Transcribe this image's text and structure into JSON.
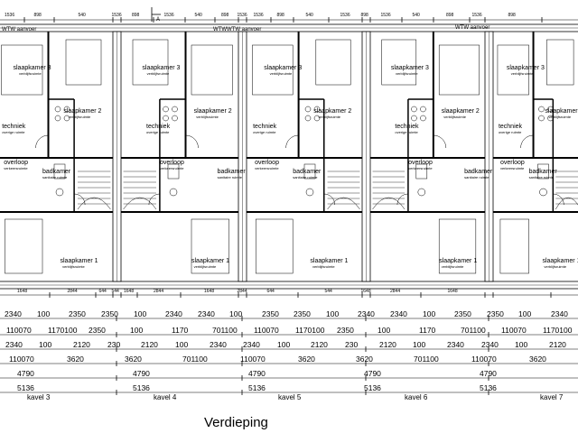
{
  "title": "Verdieping",
  "top_labels": [
    "WTW aanvoer",
    "WTWWTW aanvoer",
    "WTW aanvoer"
  ],
  "room_labels": {
    "slaapkamer_3": "slaapkamer 3",
    "slaapkamer_2": "slaapkamer 2",
    "slaapkamer_1": "slaapkamer 1",
    "techniek": "techniek",
    "badkamer": "badkamer",
    "overloop": "overloop",
    "sub_verblijf": "verblijfsruimte",
    "sub_techniek": "overige ruimte",
    "sub_bad": "sanitaire ruimte",
    "sub_overloop": "verkeersruimte"
  },
  "top_dims": [
    "1536",
    "898",
    "540",
    "1536",
    "898",
    "1536",
    "540",
    "898",
    "1536",
    "1536",
    "898",
    "540",
    "1536",
    "898",
    "1536",
    "540",
    "898",
    "1536",
    "898"
  ],
  "bottom_dims": [
    "1648",
    "2844",
    "644",
    "544",
    "1648",
    "2844",
    "1648",
    "2844",
    "644",
    "544",
    "1648",
    "2844",
    "1648"
  ],
  "dim_rows": [
    [
      "2340",
      "100",
      "2350",
      "2350",
      "100",
      "2340",
      "2340",
      "100",
      "2350",
      "2350",
      "100",
      "2340",
      "2340",
      "100",
      "2350",
      "2350",
      "100",
      "2340"
    ],
    [
      "110070",
      "1170100",
      "2350",
      "100",
      "1170",
      "701100",
      "110070",
      "1170100",
      "2350",
      "100",
      "1170",
      "701100",
      "110070",
      "1170100"
    ],
    [
      "2340",
      "100",
      "2120",
      "230",
      "2120",
      "100",
      "2340",
      "2340",
      "100",
      "2120",
      "230",
      "2120",
      "100",
      "2340",
      "2340",
      "100",
      "2120"
    ],
    [
      "110070",
      "3620",
      "3620",
      "701100",
      "110070",
      "3620",
      "3620",
      "701100",
      "110070",
      "3620"
    ],
    [
      "4790",
      "4790",
      "4790",
      "4790",
      "4790"
    ],
    [
      "5136",
      "5136",
      "5136",
      "5136",
      "5136"
    ]
  ],
  "kavels": [
    "kavel 3",
    "kavel 4",
    "kavel 5",
    "kavel 6",
    "kavel 7"
  ],
  "section_marker": "A"
}
